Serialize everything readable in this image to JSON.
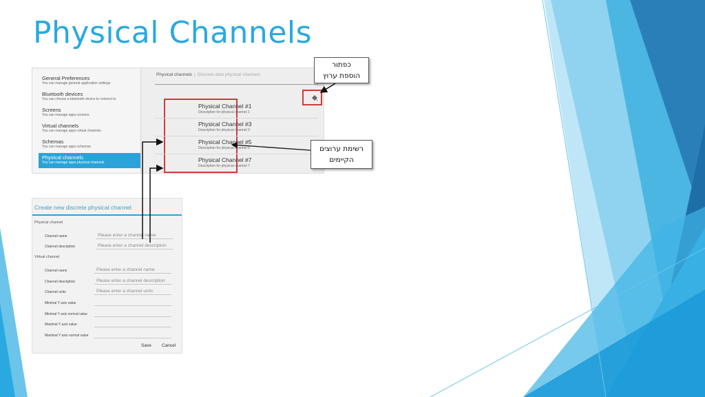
{
  "slide": {
    "title": "Physical Channels",
    "accent_color": "#29a9e0"
  },
  "settings_screen": {
    "sidebar": [
      {
        "title": "General Preferences",
        "subtitle": "You can manage general application settings"
      },
      {
        "title": "Bluetooth devices",
        "subtitle": "You can choose a bluetooth device to connect to"
      },
      {
        "title": "Screens",
        "subtitle": "You can manage apps screens"
      },
      {
        "title": "Virtual channels",
        "subtitle": "You can manage apps virtual channels"
      },
      {
        "title": "Schemas",
        "subtitle": "You can manage apps schemas"
      },
      {
        "title": "Physical channels",
        "subtitle": "You can manage apps physical channels",
        "selected": true
      }
    ],
    "breadcrumb": {
      "title": "Physical channels",
      "subtitle": "Discrete data physical channels"
    },
    "add_button_icon": "add-channel-icon",
    "channels": [
      {
        "name": "Physical Channel #1",
        "description": "Description for physical channel 1"
      },
      {
        "name": "Physical Channel #3",
        "description": "Description for physical channel 3"
      },
      {
        "name": "Physical Channel #5",
        "description": "Description for physical channel 5"
      },
      {
        "name": "Physical Channel #7",
        "description": "Description for physical channel 7"
      }
    ],
    "selection_color": "#2aa3d8",
    "highlight_color": "#d0393d"
  },
  "form": {
    "title": "Create new discrete physical channel",
    "physical_section": "Physical channel",
    "virtual_section": "Virtual channel",
    "physical_fields": [
      {
        "label": "Channel name",
        "placeholder": "Please enter a channel name"
      },
      {
        "label": "Channel description",
        "placeholder": "Please enter a channel description"
      }
    ],
    "virtual_fields": [
      {
        "label": "Channel name",
        "placeholder": "Please enter a channel name"
      },
      {
        "label": "Channel description",
        "placeholder": "Please enter a channel description"
      },
      {
        "label": "Channel units",
        "placeholder": "Please enter a channel units"
      },
      {
        "label": "Minimal Y axis value",
        "placeholder": ""
      },
      {
        "label": "Minimal Y axis normal value",
        "placeholder": ""
      },
      {
        "label": "Maximal Y axis value",
        "placeholder": ""
      },
      {
        "label": "Maximal Y axis normal value",
        "placeholder": ""
      }
    ],
    "save_label": "Save",
    "cancel_label": "Cancel"
  },
  "callouts": {
    "add_button": [
      "כפתור",
      "הוספת ערוץ"
    ],
    "channel_list": [
      "רשימת ערוצים",
      "הקיימים"
    ]
  }
}
